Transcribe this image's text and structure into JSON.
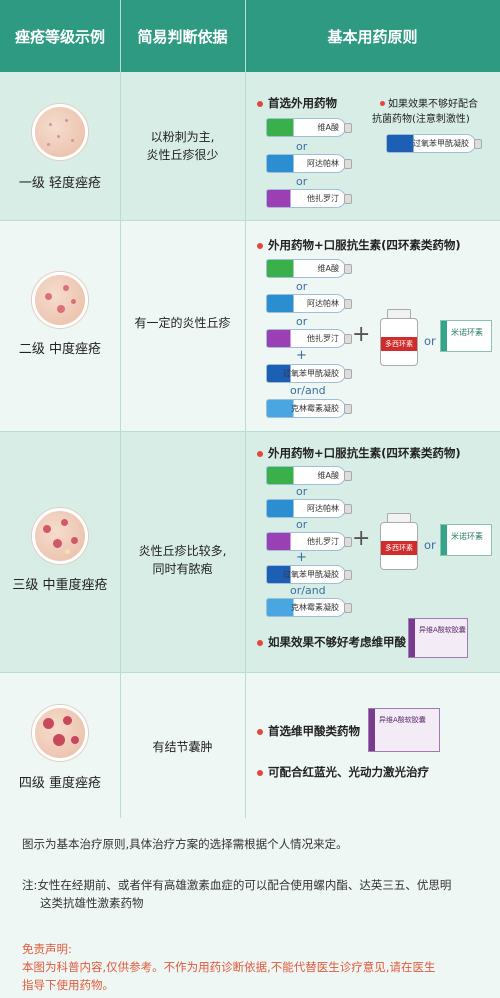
{
  "header": {
    "col1": "痤疮等级示例",
    "col2": "简易判断依据",
    "col3": "基本用药原则"
  },
  "rows": [
    {
      "grade": "一级 轻度痤疮",
      "basis_line1": "以粉刺为主,",
      "basis_line2": "炎性丘疹很少",
      "first_choice": "首选外用药物",
      "note_line1": "如果效果不够好配合",
      "note_line2": "抗菌药物(注意刺激性)",
      "tubes": [
        "维A酸",
        "阿达帕林",
        "他扎罗汀"
      ],
      "or_word": "or",
      "side_tube": "过氧苯甲酰凝胶"
    },
    {
      "grade": "二级 中度痤疮",
      "basis": "有一定的炎性丘疹",
      "plan": "外用药物+口服抗生素(四环素类药物)",
      "tubes": [
        "维A酸",
        "阿达帕林",
        "他扎罗汀",
        "过氧苯甲酰凝胶",
        "克林霉素凝胶"
      ],
      "or_word": "or",
      "plus_word": "+",
      "or_and": "or/and",
      "bottle": "多西环素",
      "box": "米诺环素",
      "or_mid": "or"
    },
    {
      "grade": "三级 中重度痤疮",
      "basis_line1": "炎性丘疹比较多,",
      "basis_line2": "同时有脓疱",
      "plan": "外用药物+口服抗生素(四环素类药物)",
      "tubes": [
        "维A酸",
        "阿达帕林",
        "他扎罗汀",
        "过氧苯甲酰凝胶",
        "克林霉素凝胶"
      ],
      "or_word": "or",
      "plus_word": "+",
      "or_and": "or/and",
      "bottle": "多西环素",
      "box": "米诺环素",
      "or_mid": "or",
      "extra": "如果效果不够好考虑维甲酸",
      "extra_box": "异维A酸软胶囊"
    },
    {
      "grade": "四级 重度痤疮",
      "basis": "有结节囊肿",
      "first_choice": "首选维甲酸类药物",
      "extra": "可配合红蓝光、光动力激光治疗",
      "box": "异维A酸软胶囊"
    }
  ],
  "footer": {
    "note1": "图示为基本治疗原则,具体治疗方案的选择需根据个人情况来定。",
    "note2_line1": "注:女性在经期前、或者伴有高雄激素血症的可以配合使用螺内酯、达英三五、优思明",
    "note2_line2": "这类抗雄性激素药物",
    "disclaimer_title": "免责声明:",
    "disclaimer_line1": "本图为科普内容,仅供参考。不作为用药诊断依据,不能代替医生诊疗意见,请在医生",
    "disclaimer_line2": "指导下使用药物。"
  },
  "colors": {
    "header_bg": "#2f9a82",
    "row_dark": "#d7ede5",
    "row_light": "#eef7f3",
    "bullet": "#e2473b",
    "disclaimer": "#e05a3e"
  }
}
